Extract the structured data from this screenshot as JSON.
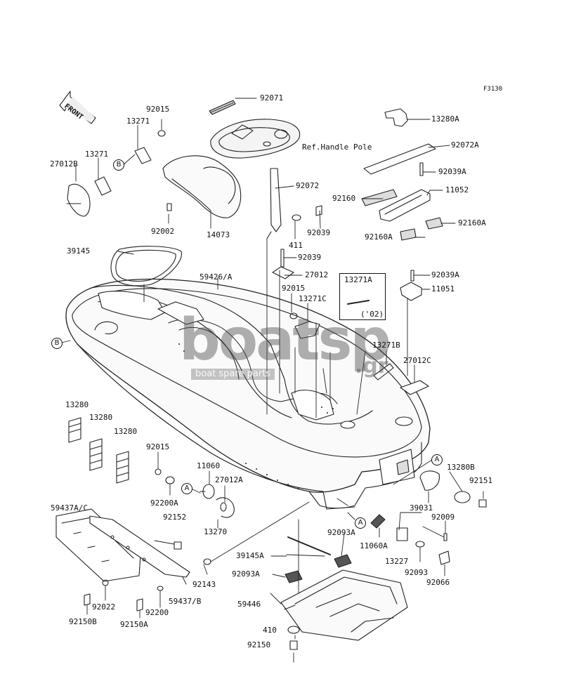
{
  "figure_code": "F3130",
  "front_label": "FRONT",
  "ref_label": "Ref.Handle Pole",
  "year_note": "('02)",
  "watermark": {
    "main": "boatsp",
    "sub": "boat spare parts",
    "tld": ".gr"
  },
  "circle_refs": {
    "a": "A",
    "b": "B"
  },
  "parts": [
    "92071",
    "13280A",
    "92072A",
    "92039A",
    "11052",
    "92160",
    "92160A",
    "92160A",
    "92072",
    "92039",
    "411",
    "92039",
    "27012",
    "92015",
    "92039A",
    "11051",
    "13271A",
    "13271C",
    "13271B",
    "27012C",
    "92015",
    "13271",
    "13271",
    "27012B",
    "92002",
    "14073",
    "39145",
    "59426/A",
    "13280",
    "13280",
    "13280",
    "92015",
    "92200A",
    "11060",
    "27012A",
    "13270",
    "13280B",
    "92151",
    "39031",
    "92009",
    "59437A/C",
    "92152",
    "92143",
    "59437/B",
    "92022",
    "92150B",
    "92200",
    "92150A",
    "39145A",
    "92093A",
    "92093A",
    "11060A",
    "13227",
    "92093",
    "92066",
    "59446",
    "410",
    "92150"
  ]
}
